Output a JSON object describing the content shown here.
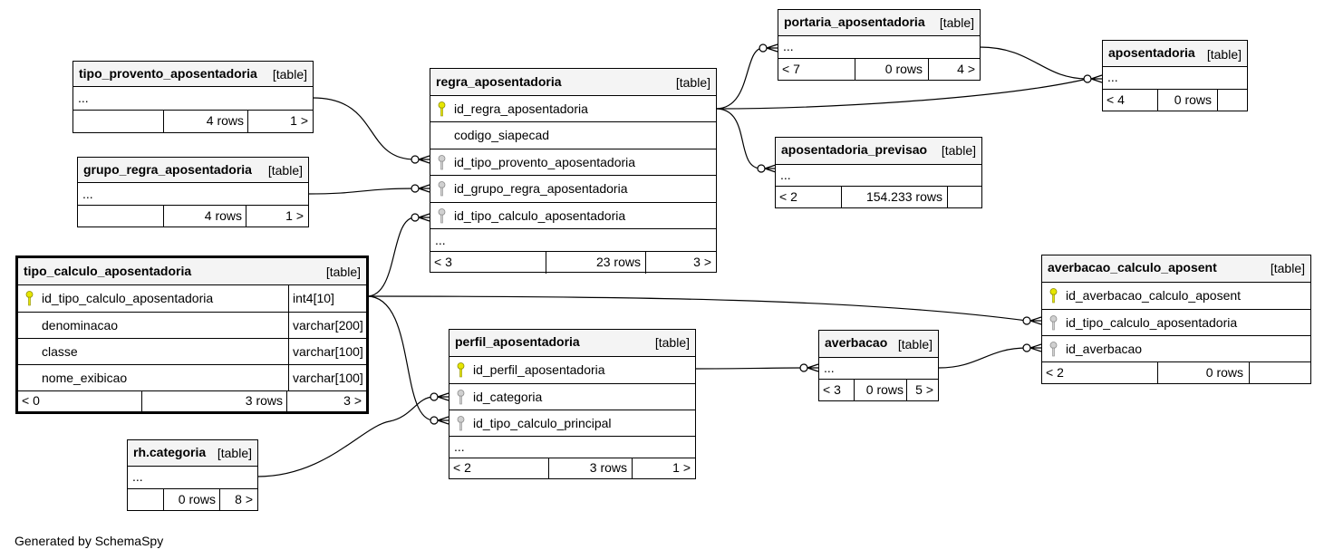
{
  "footer": "Generated by SchemaSpy",
  "colors": {
    "primary_key": "#e6e600",
    "foreign_key": "#b0b0b0",
    "header_bg": "#f4f4f4"
  },
  "tables": {
    "tipo_provento": {
      "name": "tipo_provento_aposentadoria",
      "type": "[table]",
      "dots": "...",
      "parents": "",
      "rows": "4 rows",
      "children": "1 >"
    },
    "grupo_regra": {
      "name": "grupo_regra_aposentadoria",
      "type": "[table]",
      "dots": "...",
      "parents": "",
      "rows": "4 rows",
      "children": "1 >"
    },
    "regra": {
      "name": "regra_aposentadoria",
      "type": "[table]",
      "dots": "...",
      "parents": "< 3",
      "rows": "23 rows",
      "children": "3 >",
      "columns": [
        {
          "name": "id_regra_aposentadoria",
          "key": "pk"
        },
        {
          "name": "codigo_siapecad",
          "key": ""
        },
        {
          "name": "id_tipo_provento_aposentadoria",
          "key": "fk"
        },
        {
          "name": "id_grupo_regra_aposentadoria",
          "key": "fk"
        },
        {
          "name": "id_tipo_calculo_aposentadoria",
          "key": "fk"
        }
      ]
    },
    "tipo_calculo": {
      "name": "tipo_calculo_aposentadoria",
      "type": "[table]",
      "parents": "< 0",
      "rows": "3 rows",
      "children": "3 >",
      "columns": [
        {
          "name": "id_tipo_calculo_aposentadoria",
          "type": "int4[10]",
          "key": "pk"
        },
        {
          "name": "denominacao",
          "type": "varchar[200]",
          "key": ""
        },
        {
          "name": "classe",
          "type": "varchar[100]",
          "key": ""
        },
        {
          "name": "nome_exibicao",
          "type": "varchar[100]",
          "key": ""
        }
      ]
    },
    "portaria": {
      "name": "portaria_aposentadoria",
      "type": "[table]",
      "dots": "...",
      "parents": "< 7",
      "rows": "0 rows",
      "children": "4 >"
    },
    "aposentadoria": {
      "name": "aposentadoria",
      "type": "[table]",
      "dots": "...",
      "parents": "< 4",
      "rows": "0 rows",
      "children": ""
    },
    "previsao": {
      "name": "aposentadoria_previsao",
      "type": "[table]",
      "dots": "...",
      "parents": "< 2",
      "rows": "154.233 rows",
      "children": ""
    },
    "averbacao_calc": {
      "name": "averbacao_calculo_aposent",
      "type": "[table]",
      "parents": "< 2",
      "rows": "0 rows",
      "children": "",
      "columns": [
        {
          "name": "id_averbacao_calculo_aposent",
          "key": "pk"
        },
        {
          "name": "id_tipo_calculo_aposentadoria",
          "key": "fk"
        },
        {
          "name": "id_averbacao",
          "key": "fk"
        }
      ]
    },
    "perfil": {
      "name": "perfil_aposentadoria",
      "type": "[table]",
      "dots": "...",
      "parents": "< 2",
      "rows": "3 rows",
      "children": "1 >",
      "columns": [
        {
          "name": "id_perfil_aposentadoria",
          "key": "pk"
        },
        {
          "name": "id_categoria",
          "key": "fk"
        },
        {
          "name": "id_tipo_calculo_principal",
          "key": "fk"
        }
      ]
    },
    "averbacao": {
      "name": "averbacao",
      "type": "[table]",
      "dots": "...",
      "parents": "< 3",
      "rows": "0 rows",
      "children": "5 >"
    },
    "categoria": {
      "name": "rh.categoria",
      "type": "[table]",
      "dots": "...",
      "parents": "",
      "rows": "0 rows",
      "children": "8 >"
    }
  }
}
